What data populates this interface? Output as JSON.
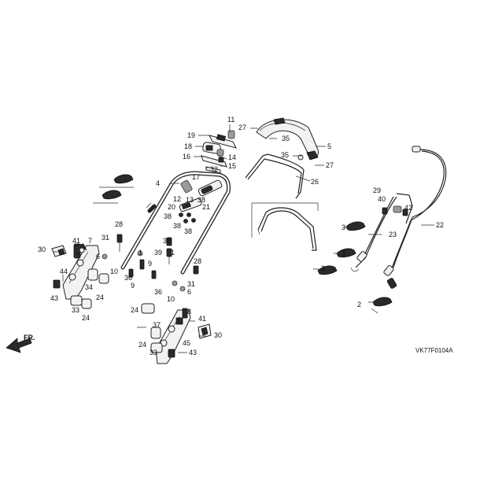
{
  "diagram": {
    "code": "VK77F0104A",
    "direction_label": "FR.",
    "callouts": {
      "c2": "2",
      "c3a": "3",
      "c3b": "3",
      "c3c": "3",
      "c4": "4",
      "c5": "5",
      "c6a": "6",
      "c6b": "6",
      "c7": "7",
      "c8": "8",
      "c9a": "9",
      "c9b": "9",
      "c10a": "10",
      "c10b": "10",
      "c11": "11",
      "c12": "12",
      "c13": "13",
      "c14": "14",
      "c15": "15",
      "c16": "16",
      "c17": "17",
      "c18": "18",
      "c19": "19",
      "c20": "20",
      "c21": "21",
      "c22": "22",
      "c23": "23",
      "c24a": "24",
      "c24b": "24",
      "c24c": "24",
      "c26": "26",
      "c27a": "27",
      "c27b": "27",
      "c28a": "28",
      "c28b": "28",
      "c29": "29",
      "c30a": "30",
      "c30b": "30",
      "c31a": "31",
      "c31b": "31",
      "c32": "32",
      "c33a": "33",
      "c33b": "33",
      "c34": "34",
      "c35a": "35",
      "c35b": "35",
      "c36a": "36",
      "c36b": "36",
      "c37": "37",
      "c38a": "38",
      "c38b": "38",
      "c38c": "38",
      "c39": "39",
      "c40": "40",
      "c41a": "41",
      "c41b": "41",
      "c42": "42",
      "c43a": "43",
      "c43b": "43",
      "c44": "44",
      "c45": "45",
      "c1a": "1",
      "c1b": "1"
    }
  }
}
